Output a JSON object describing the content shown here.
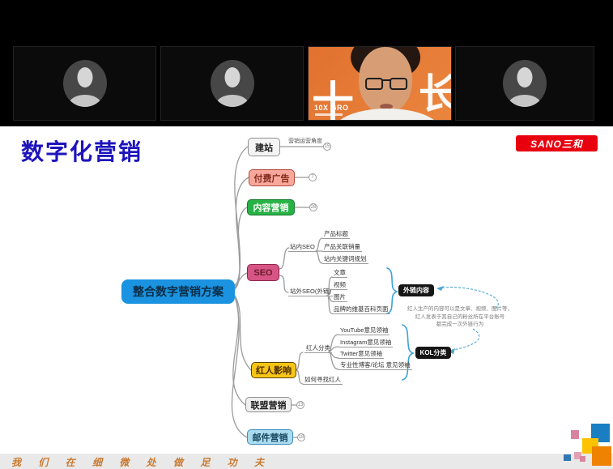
{
  "header": {
    "title": "数字化营销",
    "brand": "SANO三和"
  },
  "meeting": {
    "tiles": [
      {
        "type": "avatar"
      },
      {
        "type": "avatar"
      },
      {
        "type": "video",
        "watermark_left": "十",
        "watermark_right": "长",
        "caption": "10X GRO"
      },
      {
        "type": "avatar"
      }
    ]
  },
  "mindmap": {
    "root": "整合数字营销方案",
    "jianzhan": {
      "label": "建站",
      "note": "营销运营角度",
      "badge": "15"
    },
    "paid": {
      "label": "付费广告",
      "badge": "7"
    },
    "content": {
      "label": "内容营销",
      "badge": "28"
    },
    "seo": {
      "label": "SEO",
      "onsite": {
        "label": "站内SEO",
        "items": [
          "产品标题",
          "产品关联销量",
          "站内关键词规划"
        ]
      },
      "offsite": {
        "label": "站外SEO(外链)",
        "items": [
          "文章",
          "视频",
          "图片",
          "品牌的维基百科页面"
        ]
      },
      "callout": "外链内容",
      "annotation": [
        "红人生产的内容可以是文章、视频、图片等，",
        "红人发表于其自己的粉丝所在平台账号",
        "都完成一次外链行为"
      ]
    },
    "influencer": {
      "label": "红人影响",
      "classify": {
        "label": "红人分类",
        "items": [
          "YouTube意见领袖",
          "Instagram意见领袖",
          "Twitter意见领袖",
          "专业性博客/论坛 意见领袖"
        ]
      },
      "find": "如何寻找红人",
      "callout": "KOL分类"
    },
    "affiliate": {
      "label": "联盟营销",
      "badge": "13"
    },
    "email": {
      "label": "邮件营销",
      "badge": "18"
    }
  },
  "footer": {
    "slogan": "我 们 在 细 微 处 做 足 功 夫"
  },
  "colors": {
    "title": "#1e14bc",
    "brand_red": "#e8000f",
    "root_blue": "#1b93e0",
    "seo_pink": "#d75584",
    "content_green": "#28b246",
    "paid_salmon": "#f8a79b",
    "influencer_yellow": "#f6c517",
    "email_blue": "#aadcef",
    "callout_black": "#161616",
    "slogan_orange": "#c9792f",
    "brace_blue": "#3aa3d8",
    "square_blue": "#1b7ec2",
    "square_yellow": "#fdc300",
    "square_orange": "#ef8200",
    "square_pink": "#d9849e"
  }
}
